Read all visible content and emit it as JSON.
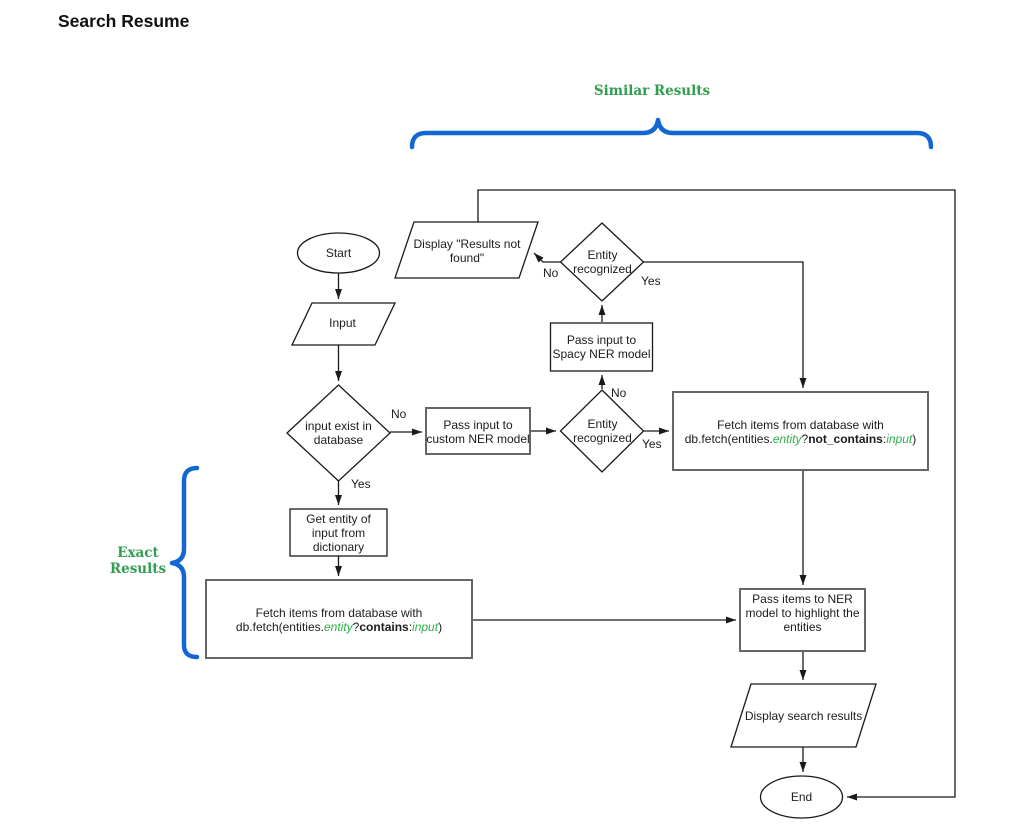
{
  "title": "Search Resume",
  "colors": {
    "brace": "#1467d2",
    "annotation": "#2f9e4f",
    "code_green": "#2eae4c"
  },
  "annotations": {
    "similar_results": "Similar Results",
    "exact_line1": "Exact",
    "exact_line2": "Results"
  },
  "nodes": {
    "start": "Start",
    "input": "Input",
    "input_exists": "input exist in database",
    "custom_ner": "Pass input to custom NER model",
    "entity_recognized_mid": "Entity recognized",
    "spacy_ner": "Pass input to Spacy NER model",
    "entity_recognized_top": "Entity recognized",
    "display_not_found": "Display \"Results not found\"",
    "fetch_not_contains": {
      "line1": "Fetch items from database with",
      "p1": "db.fetch(entities.",
      "entity": "entity",
      "q": "?",
      "op": "not_contains",
      "colon": ":",
      "input": "input",
      "close": ")"
    },
    "get_entity": "Get entity of input from dictionary",
    "fetch_contains": {
      "line1": "Fetch items from database with",
      "p1": "db.fetch(entities.",
      "entity": "entity",
      "q": "?",
      "op": "contains",
      "colon": ":",
      "input": "input",
      "close": ")"
    },
    "pass_items": "Pass items to NER model to highlight the entities",
    "display_results": "Display search results",
    "end": "End"
  },
  "edge_labels": {
    "input_exists_no": "No",
    "input_exists_yes": "Yes",
    "mid_no": "No",
    "mid_yes": "Yes",
    "top_no": "No",
    "top_yes": "Yes"
  }
}
